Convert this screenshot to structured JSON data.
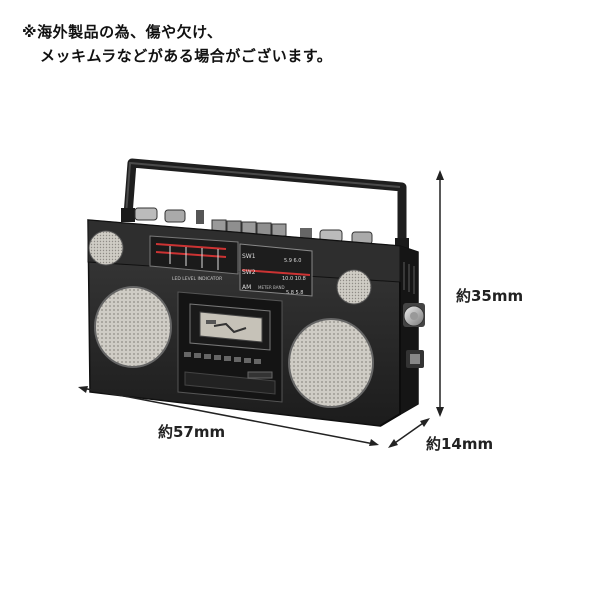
{
  "notice": {
    "line1": "※海外製品の為、傷や欠け、",
    "line2": "メッキムラなどがある場合がございます。"
  },
  "dimensions": {
    "width": "約57mm",
    "height": "約35mm",
    "depth": "約14mm"
  },
  "radio": {
    "band_labels": {
      "sw1": "SW1",
      "sw2": "SW2",
      "am": "AM",
      "meter_band": "METER BAND",
      "sw1_values": "5.9  6.0",
      "sw2_values": "10.0 10.8",
      "am_values": "5.8  5.8"
    },
    "indicator_label": "LED LEVEL INDICATOR"
  },
  "colors": {
    "body": "#2b2b2b",
    "body_dark": "#161616",
    "speaker_grill": "#c9c6bf",
    "arrow": "#222222"
  }
}
